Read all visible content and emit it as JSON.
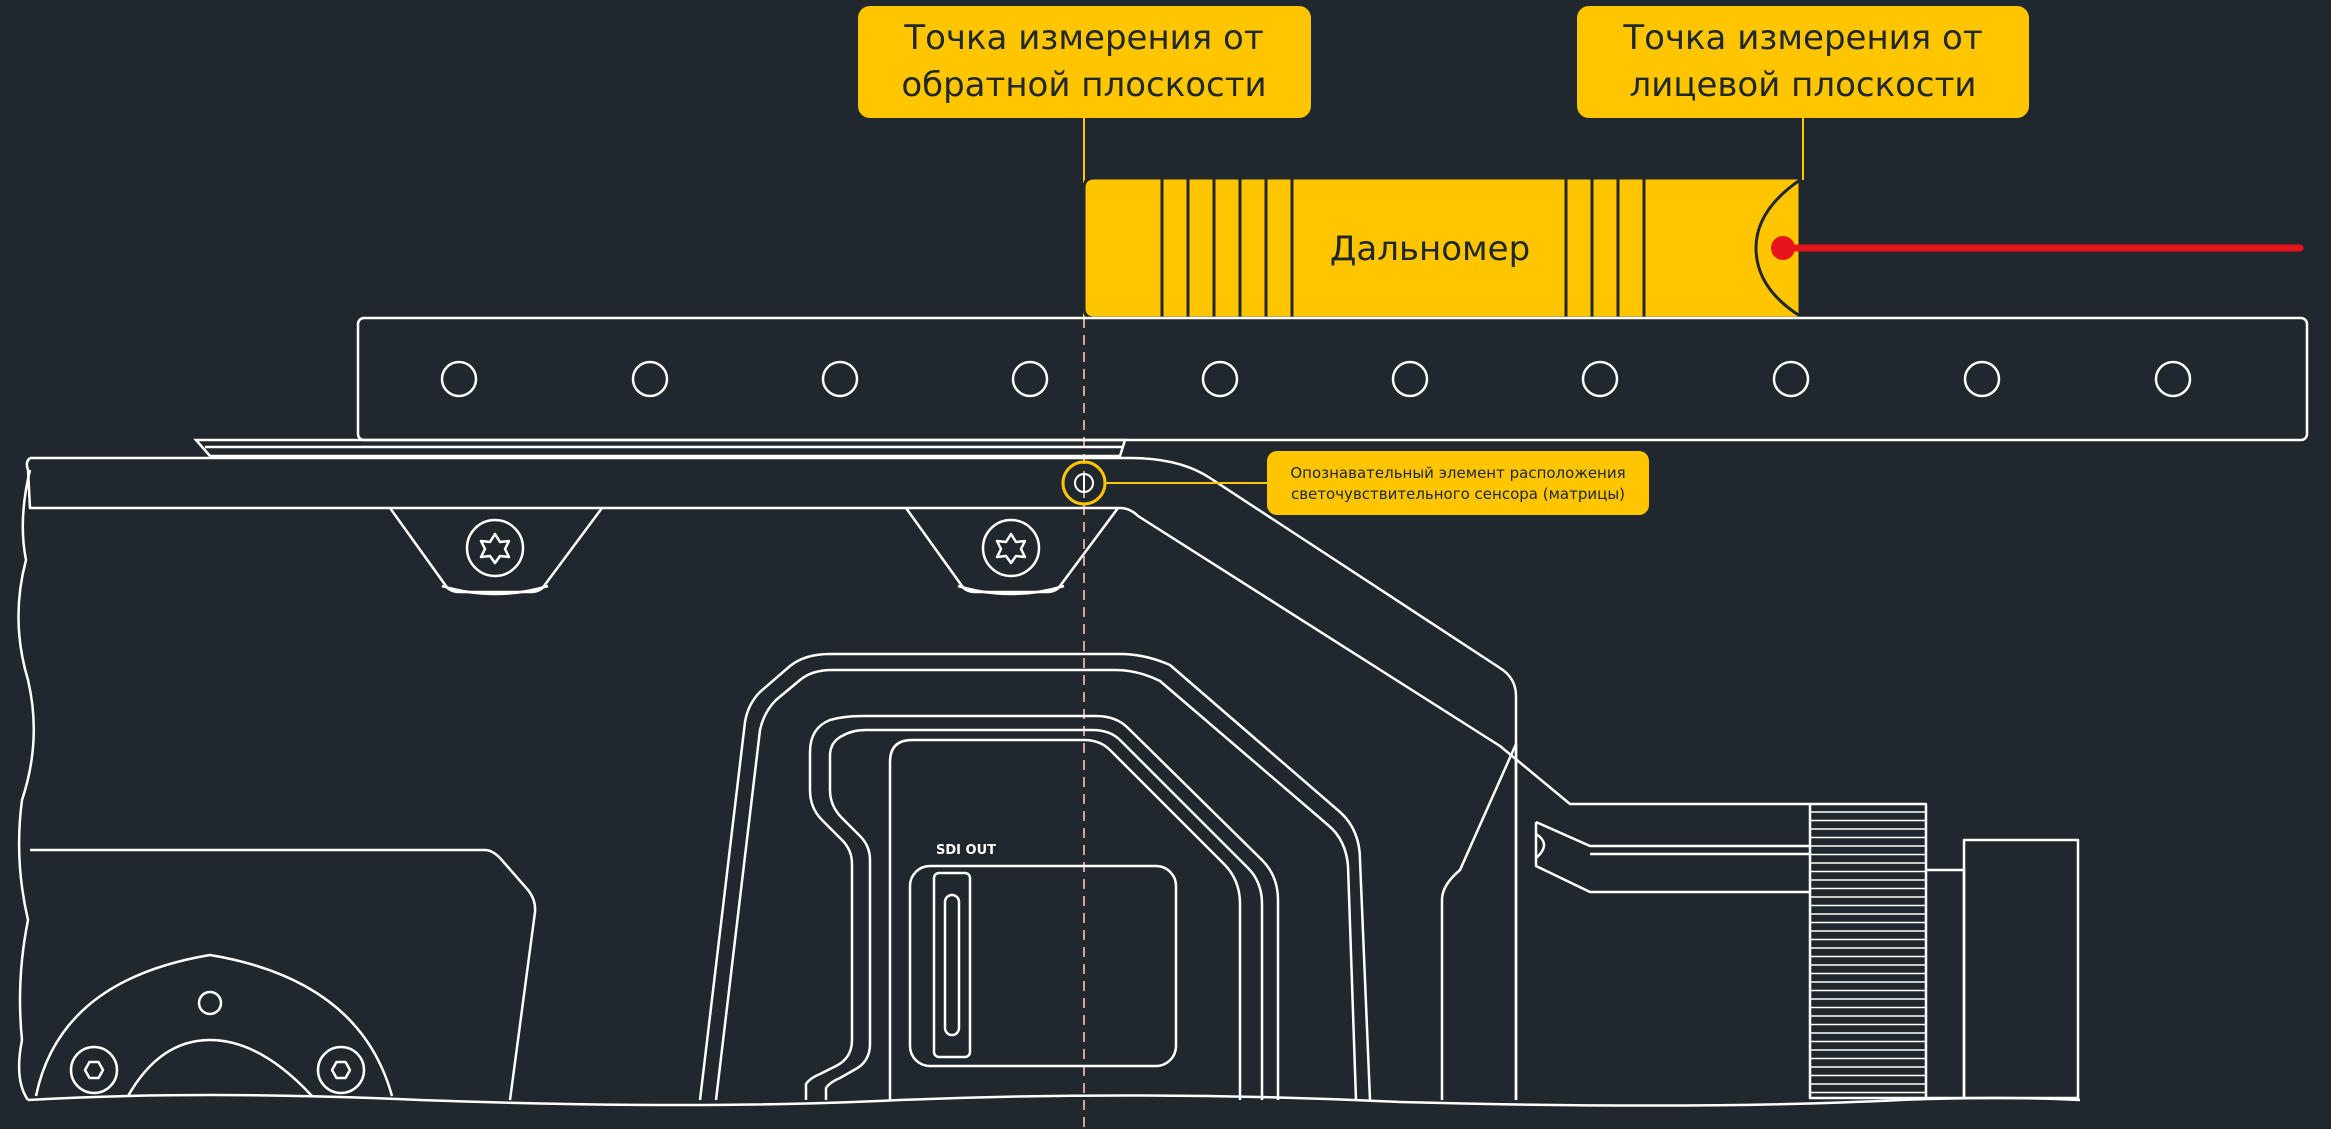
{
  "colors": {
    "background": "#20282d",
    "line": "#ffffff",
    "accent_yellow": "#ffc600",
    "laser_red": "#e8141b",
    "guide_line": "#d8a0a0",
    "callout_text": "#20282d"
  },
  "callouts": {
    "back_plane": {
      "line1": "Точка измерения от",
      "line2": "обратной плоскости"
    },
    "front_plane": {
      "line1": "Точка измерения от",
      "line2": "лицевой плоскости"
    },
    "sensor_mark": {
      "line1": "Опознавательный элемент расположения",
      "line2": "светочувствительного сенсора (матрицы)"
    }
  },
  "rangefinder": {
    "label": "Дальномер"
  },
  "ports": {
    "sdi_out_label": "SDI OUT"
  },
  "icons": {
    "sensor_mark": "circle-with-vertical-line-icon",
    "torx_screw": "torx-screw-icon",
    "hex_screw": "hex-screw-icon",
    "laser_dot": "laser-dot-icon"
  }
}
